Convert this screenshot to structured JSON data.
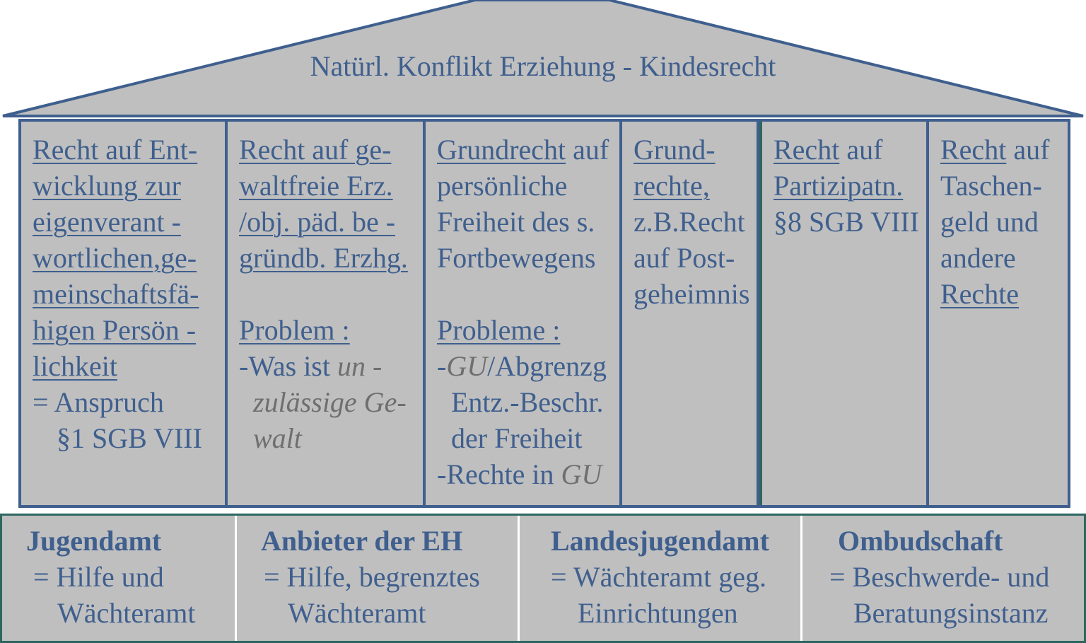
{
  "colors": {
    "fill": "#bfbfbf",
    "outline": "#3f5f8e",
    "text": "#3f5f8e",
    "foundation_outline": "#2e6660",
    "italic_text": "#6f6f6f"
  },
  "roof": {
    "title": "Natürl. Konflikt Erziehung - Kindesrecht"
  },
  "pillars": [
    {
      "lines": [
        "Recht auf Ent-",
        "wicklung zur",
        "eigenverant -",
        "wortlichen,ge-",
        "meinschaftsfä-",
        "higen Persön -",
        "lichkeit",
        "= Anspruch",
        "§1 SGB VIII"
      ]
    },
    {
      "lines": [
        "Recht auf ge-",
        "waltfreie Erz.",
        "/obj. päd. be -",
        "gründb. Erzhg.",
        "Problem :",
        "-Was ist ",
        "un -",
        "zulässige Ge-",
        "walt"
      ]
    },
    {
      "lines": [
        "Grundrecht",
        " auf",
        "persönliche",
        "Freiheit des s.",
        "Fortbewegens",
        "Probleme :",
        "-",
        "GU",
        "/Abgrenzg",
        "Entz.-Beschr.",
        "der Freiheit",
        "-Rechte in ",
        "GU"
      ]
    },
    {
      "lines": [
        "Grund-",
        "rechte,",
        "z.B.Recht",
        "auf Post-",
        "geheimnis"
      ]
    },
    {
      "lines": [
        "Recht",
        " auf",
        "Partizipatn.",
        "§8 SGB VIII"
      ]
    },
    {
      "lines": [
        "Recht",
        " auf",
        "Taschen-",
        "geld und",
        "andere",
        "Rechte"
      ]
    }
  ],
  "foundation": [
    {
      "title": "Jugendamt",
      "lines": [
        "= Hilfe und",
        "Wächteramt"
      ]
    },
    {
      "title": "Anbieter der EH",
      "lines": [
        "= Hilfe, begrenztes",
        "Wächteramt"
      ]
    },
    {
      "title": "Landesjugendamt",
      "lines": [
        "= Wächteramt geg.",
        "Einrichtungen"
      ]
    },
    {
      "title": "Ombudschaft",
      "lines": [
        "= Beschwerde- und",
        "Beratungsinstanz"
      ]
    }
  ]
}
